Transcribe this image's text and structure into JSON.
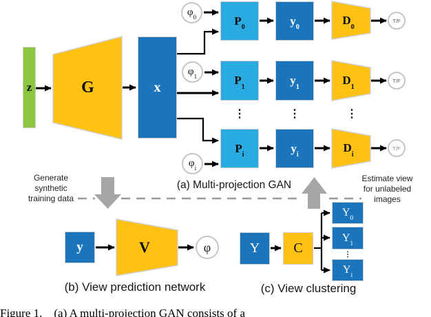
{
  "palette": {
    "green": "#8CC63F",
    "yellow": "#FFC112",
    "blue": "#1B75BC",
    "lightblue": "#29ABE2",
    "arrow_gray": "#A6A6A6",
    "line_gray": "#9A9A9A"
  },
  "section_a": {
    "label": "(a) Multi-projection GAN",
    "z_label": "z",
    "g_label": "G",
    "x_label": "x",
    "ellipsis": "⋮",
    "rows": [
      {
        "phi_base": "φ",
        "phi_sub": "0",
        "p_base": "P",
        "p_sub": "0",
        "y_base": "y",
        "y_sub": "0",
        "d_base": "D",
        "d_sub": "0",
        "tf_label": "T/F"
      },
      {
        "phi_base": "φ",
        "phi_sub": "1",
        "p_base": "P",
        "p_sub": "1",
        "y_base": "y",
        "y_sub": "1",
        "d_base": "D",
        "d_sub": "1",
        "tf_label": "T/F"
      },
      {
        "phi_base": "φ",
        "phi_sub": "i",
        "p_base": "P",
        "p_sub": "i",
        "y_base": "y",
        "y_sub": "i",
        "d_base": "D",
        "d_sub": "i",
        "tf_label": "T/F"
      }
    ]
  },
  "divider": {
    "left_note": [
      "Generate",
      "synthetic",
      "training data"
    ],
    "right_note": [
      "Estimate view",
      "for unlabeled",
      "images"
    ]
  },
  "section_b": {
    "label": "(b) View prediction network",
    "y_label": "y",
    "v_label": "V",
    "phi_label": "φ"
  },
  "section_c": {
    "label": "(c) View clustering",
    "y_label": "Y",
    "c_label": "C",
    "ellipsis": "⋮",
    "outputs": [
      {
        "base": "Y",
        "sub": "0"
      },
      {
        "base": "Y",
        "sub": "1"
      },
      {
        "base": "Y",
        "sub": "i"
      }
    ]
  },
  "caption": "Figure 1.    (a) A multi-projection GAN consists of a"
}
